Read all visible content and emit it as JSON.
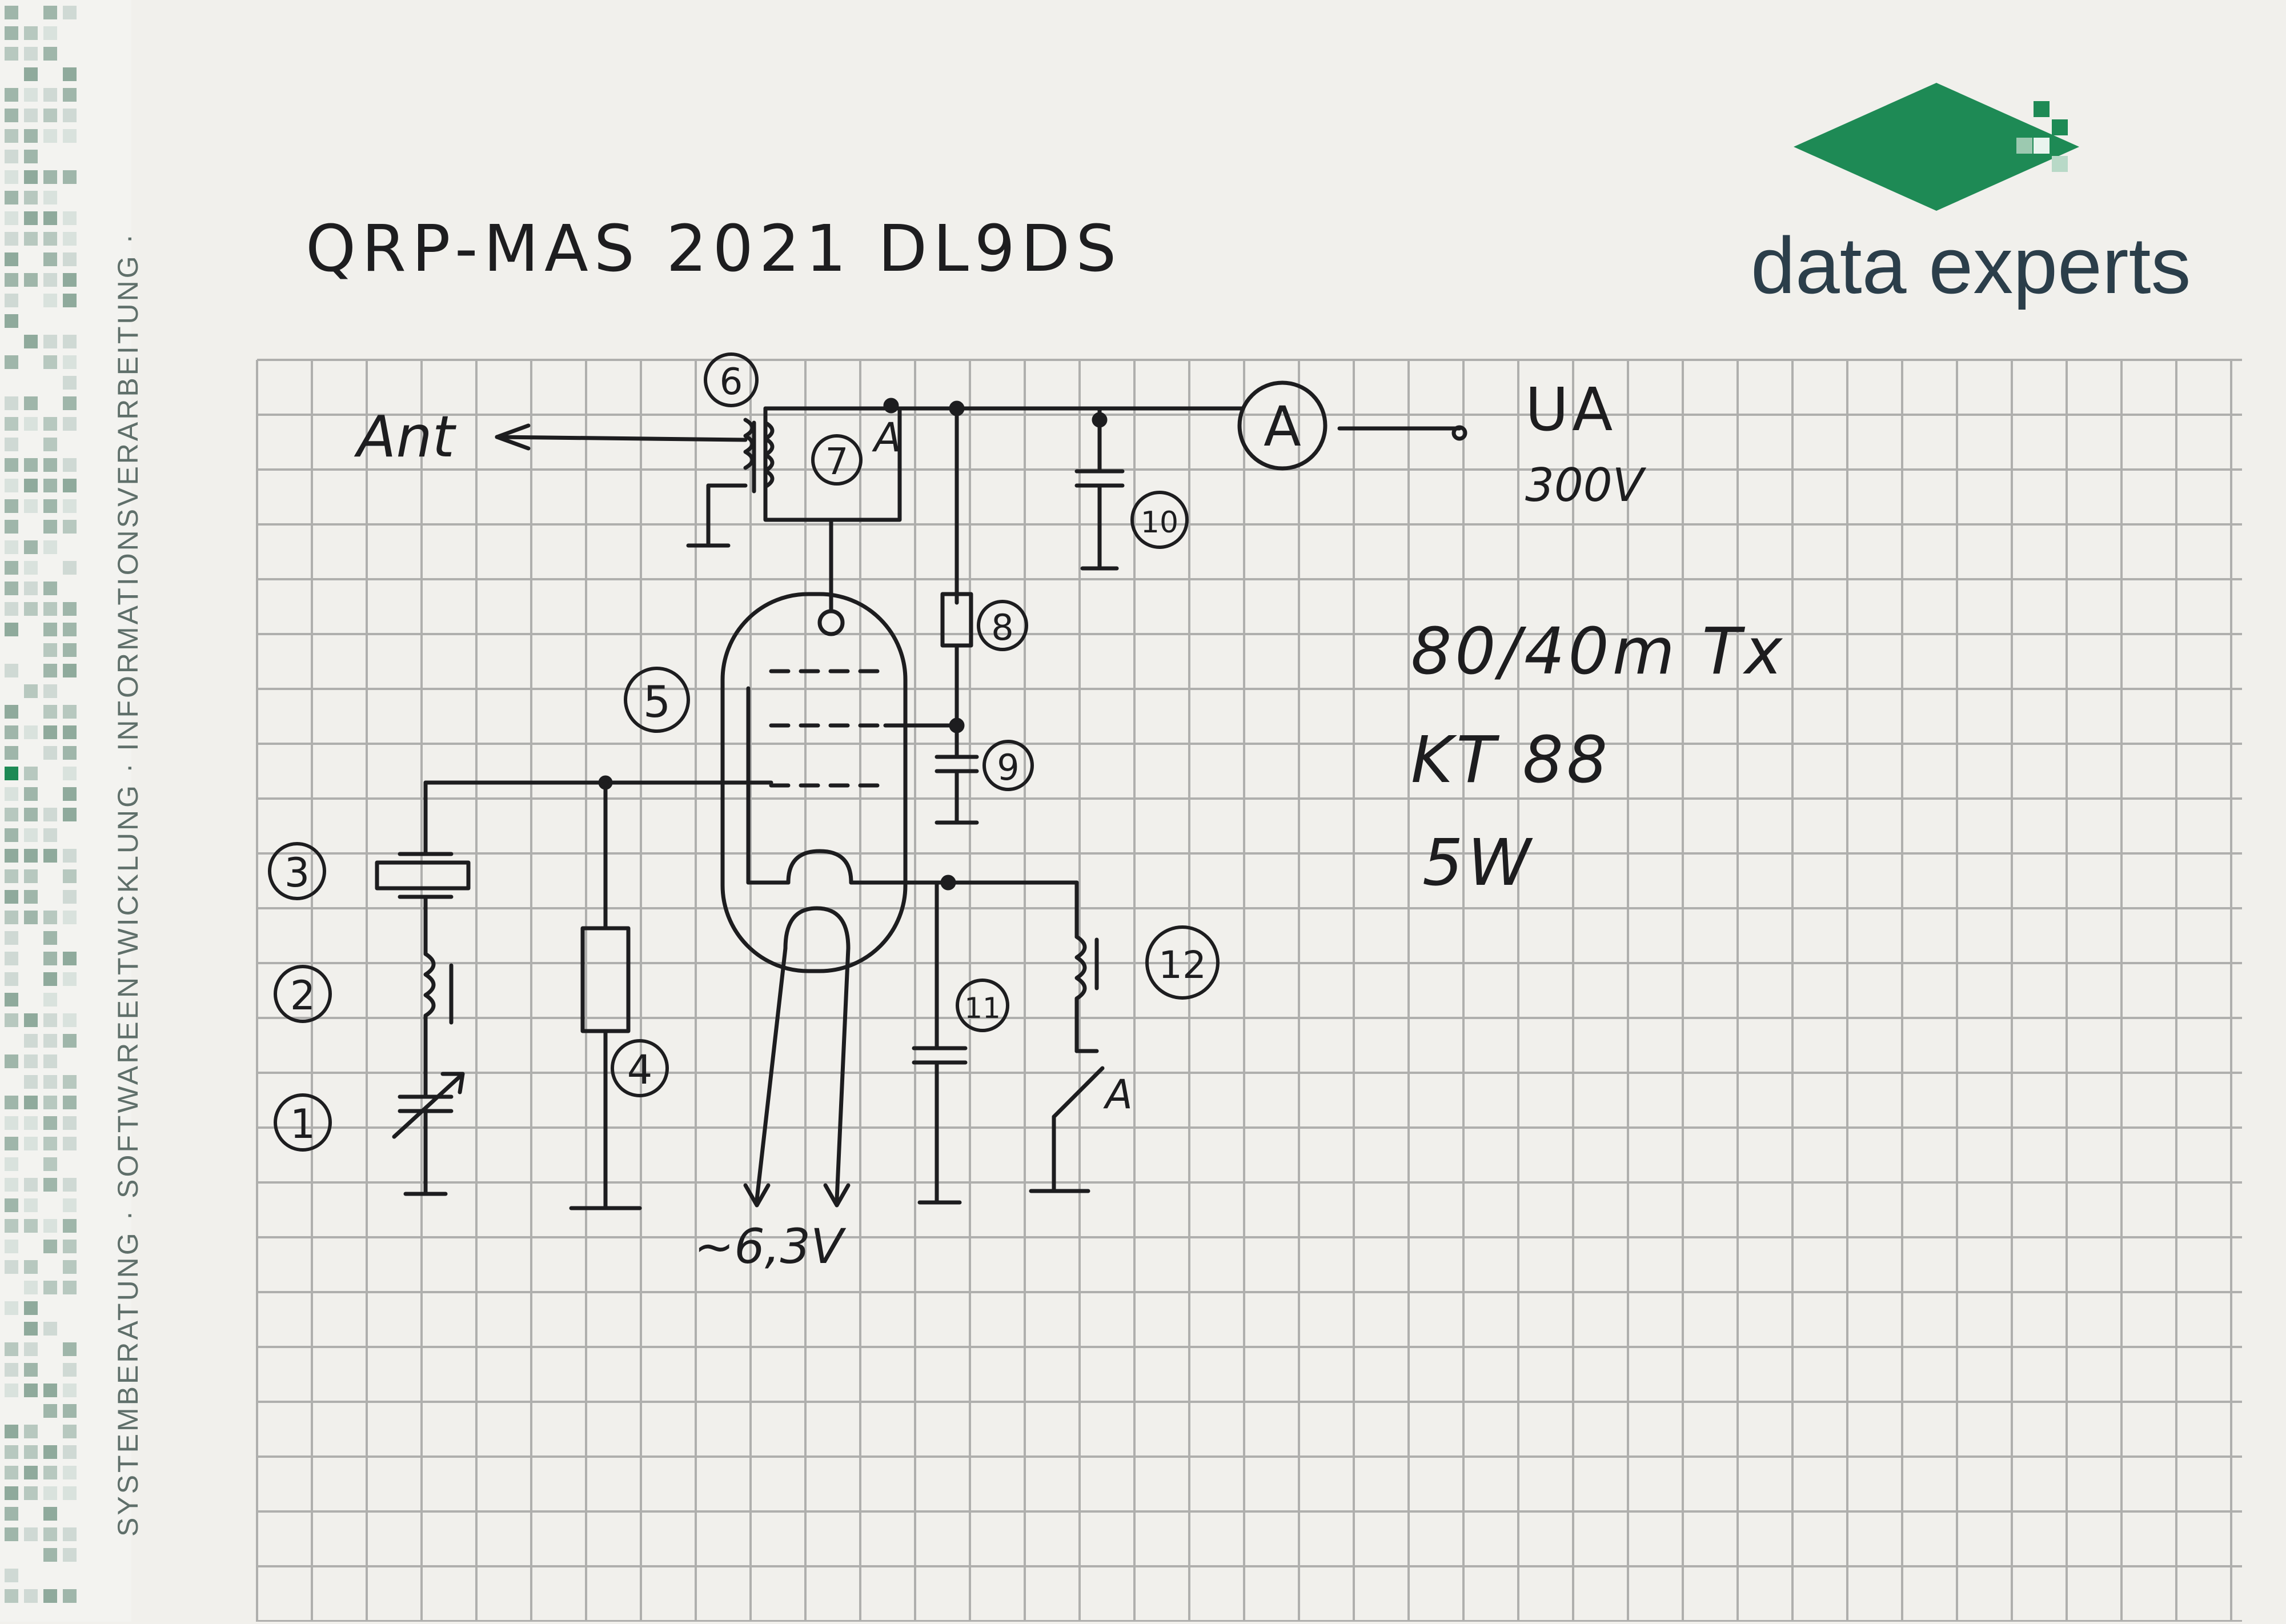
{
  "sidebar": {
    "text": "SYSTEMBERATUNG · SOFTWAREENTWICKLUNG · INFORMATIONSVERARBEITUNG ·",
    "color": "#5f6f6a"
  },
  "logo": {
    "text": "data experts",
    "icon": "green-diamond-logo",
    "colors": {
      "diamond": "#1e8a55",
      "text": "#2b3e4a"
    }
  },
  "sheet": {
    "title": "QRP-MAS 2021   DL9DS",
    "grid": "graph-paper"
  },
  "schematic": {
    "supply": {
      "label": "UA",
      "voltage": "300V"
    },
    "antenna_label": "Ant",
    "heater_label": "~6,3V",
    "components": [
      "1",
      "2",
      "3",
      "4",
      "5",
      "6",
      "7",
      "8",
      "9",
      "10",
      "11",
      "12"
    ],
    "supply_marker": "A",
    "meter_marker": "A",
    "key_marker": "A"
  },
  "notes": {
    "band": "80/40m Tx",
    "tube": "KT 88",
    "power": "5W"
  }
}
